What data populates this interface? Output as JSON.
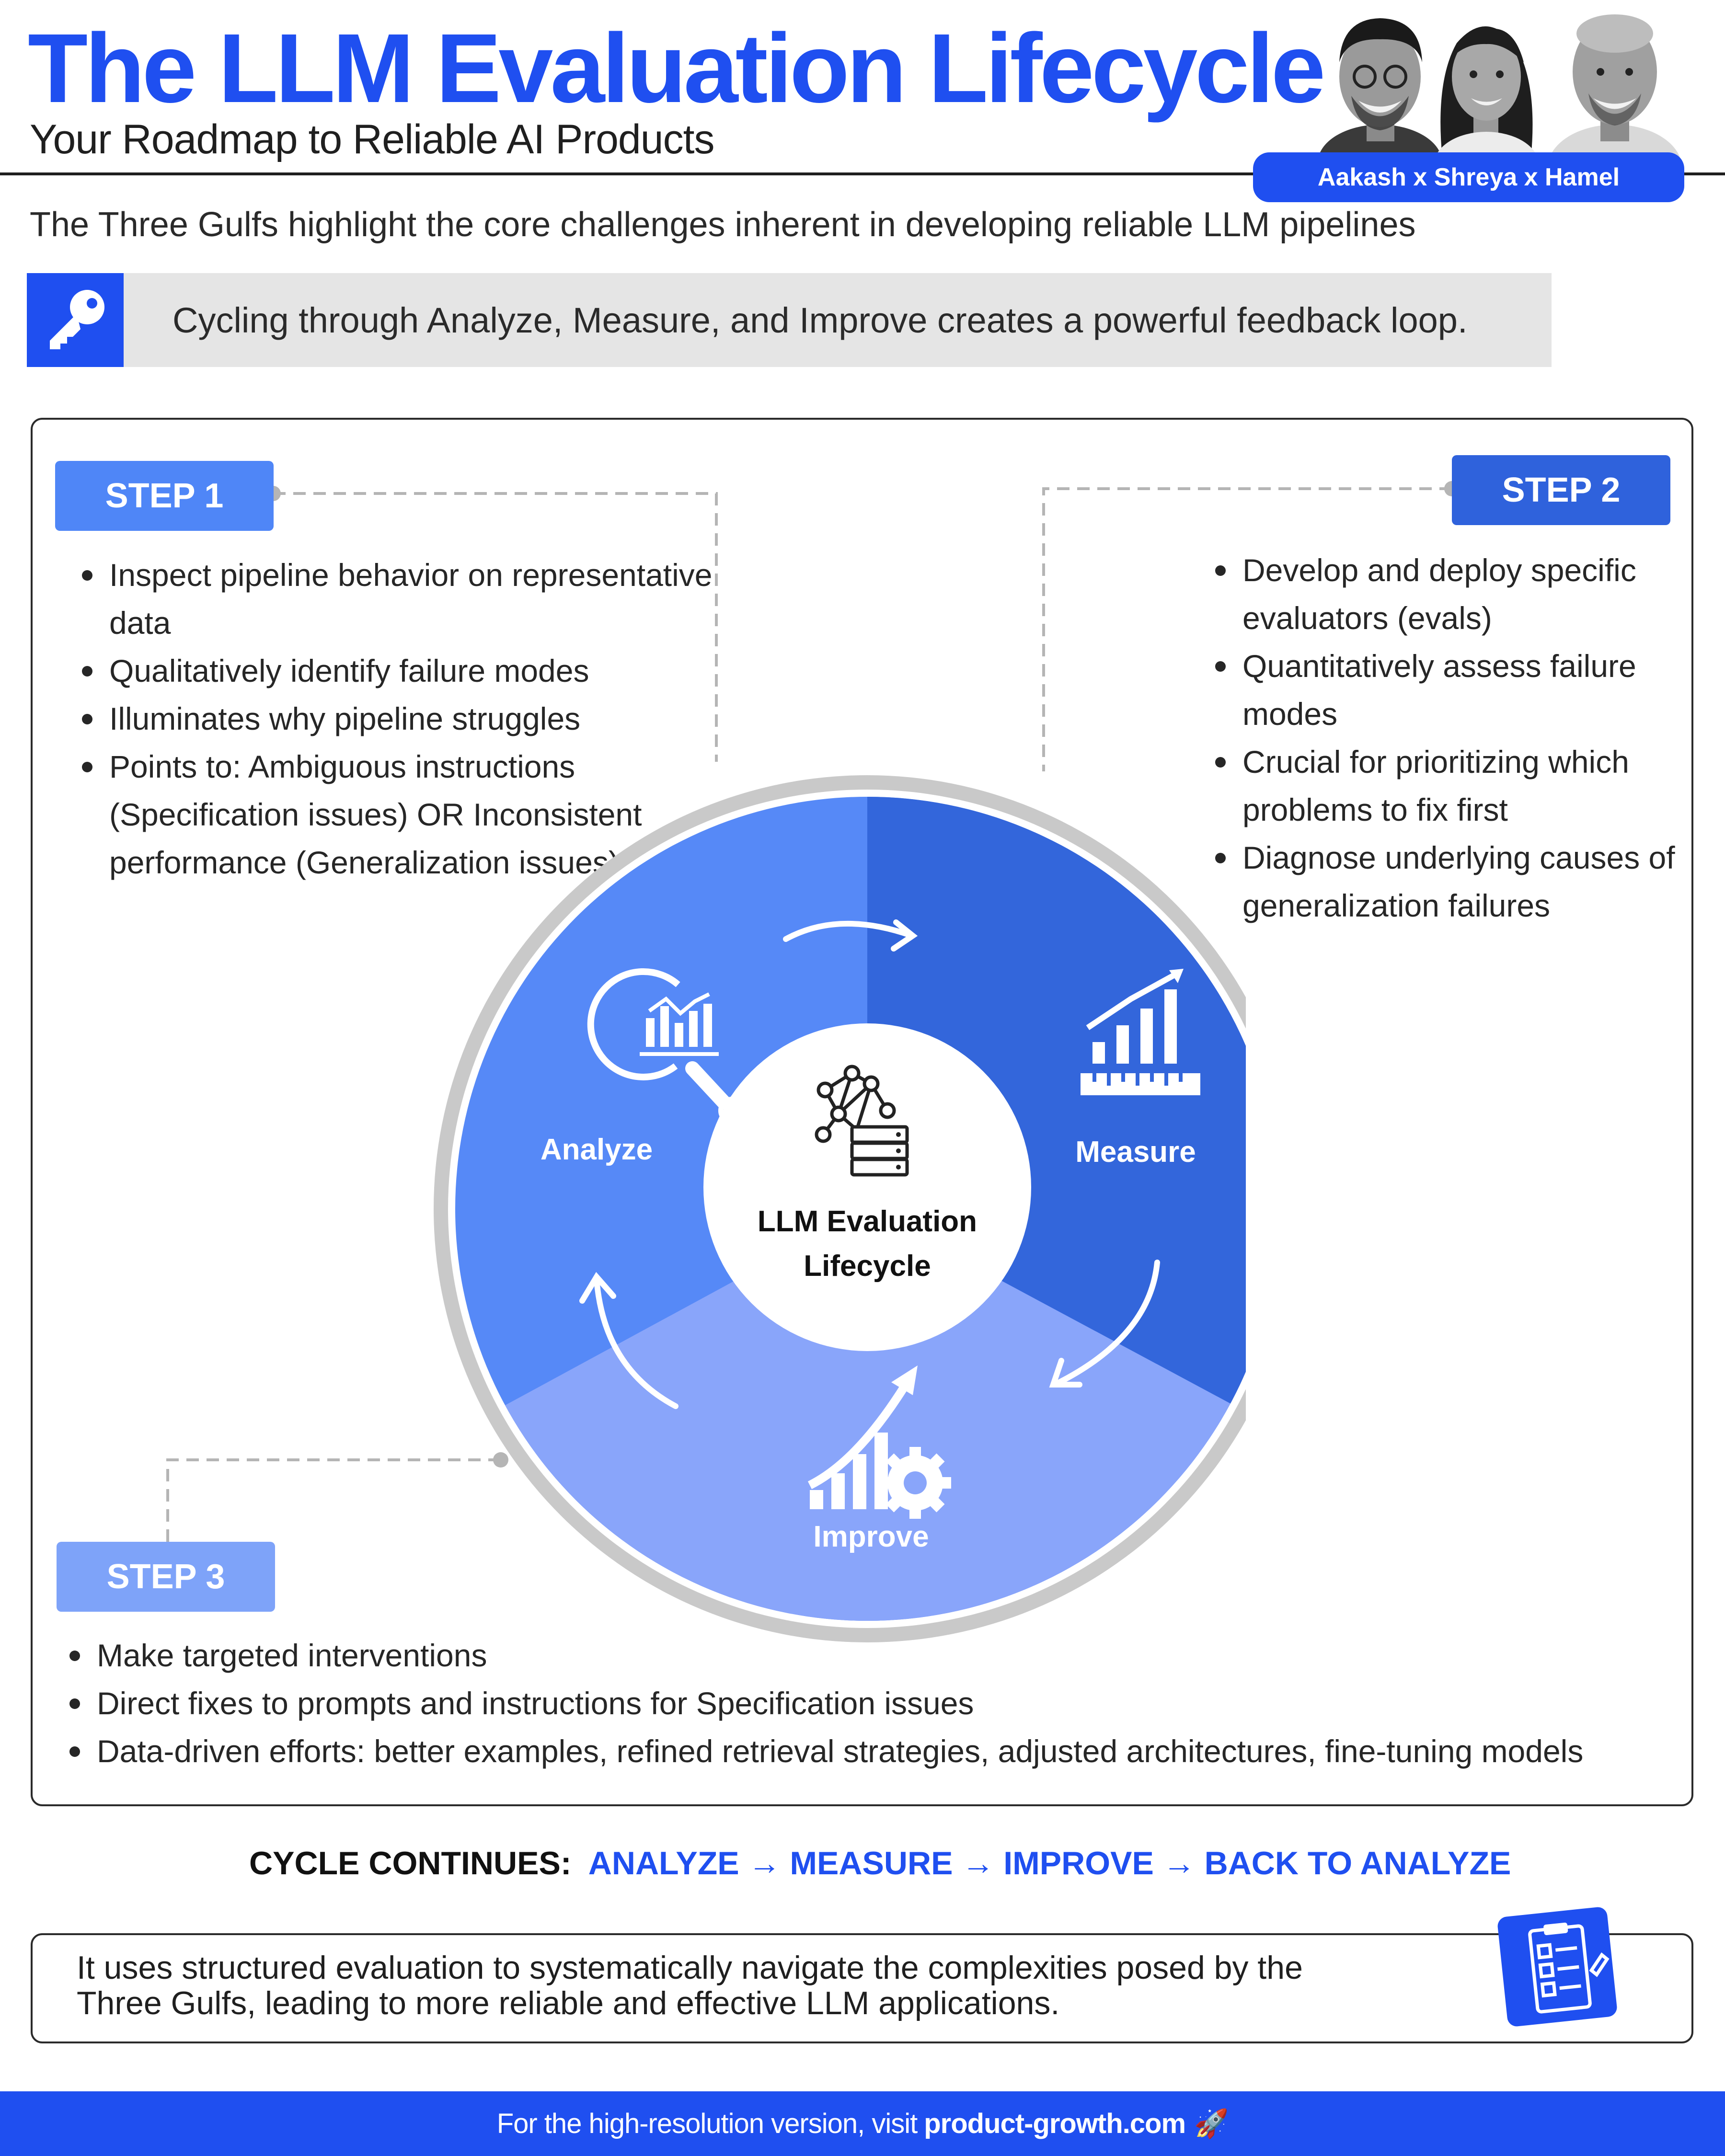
{
  "header": {
    "title": "The LLM Evaluation Lifecycle",
    "subtitle": "Your Roadmap to Reliable AI Products",
    "authors": "Aakash x Shreya x Hamel"
  },
  "intro": "The Three Gulfs highlight the core challenges inherent in developing reliable LLM pipelines",
  "callout": "Cycling through Analyze, Measure, and Improve creates a powerful feedback loop.",
  "steps": [
    {
      "label": "STEP 1",
      "bullets": [
        "Inspect pipeline behavior on representative data",
        "Qualitatively identify failure modes",
        "Illuminates why pipeline struggles",
        "Points to: Ambiguous instructions (Specification issues) OR Inconsistent performance (Generalization issues)"
      ]
    },
    {
      "label": "STEP 2",
      "bullets": [
        "Develop and deploy specific evaluators (evals)",
        "Quantitatively assess failure modes",
        "Crucial for prioritizing which problems to fix first",
        "Diagnose underlying causes of generalization failures"
      ]
    },
    {
      "label": "STEP 3",
      "bullets": [
        "Make targeted interventions",
        "Direct fixes to prompts and instructions for Specification issues",
        "Data-driven efforts: better examples, refined retrieval strategies, adjusted architectures, fine-tuning models"
      ]
    }
  ],
  "cycle": {
    "center_line1": "LLM Evaluation",
    "center_line2": "Lifecycle",
    "segments": [
      "Analyze",
      "Measure",
      "Improve"
    ],
    "colors": {
      "analyze": "#5689f7",
      "measure": "#3366db",
      "improve": "#89a5fa",
      "ring": "#c9c9c9"
    }
  },
  "cycle_continues": {
    "label": "CYCLE CONTINUES:",
    "sequence": "ANALYZE → MEASURE → IMPROVE → BACK TO ANALYZE"
  },
  "summary": "It uses structured evaluation to systematically navigate the complexities posed by the Three Gulfs, leading to more reliable and effective LLM applications.",
  "footer": {
    "prefix": "For the high-resolution version, visit",
    "link": "product-growth.com",
    "emoji": "🚀"
  },
  "icons": [
    "key-icon",
    "magnifier-chart-icon",
    "bar-chart-ruler-icon",
    "growth-gear-icon",
    "neural-network-server-icon",
    "clipboard-checklist-icon"
  ],
  "brand_color": "#1f4ff0"
}
